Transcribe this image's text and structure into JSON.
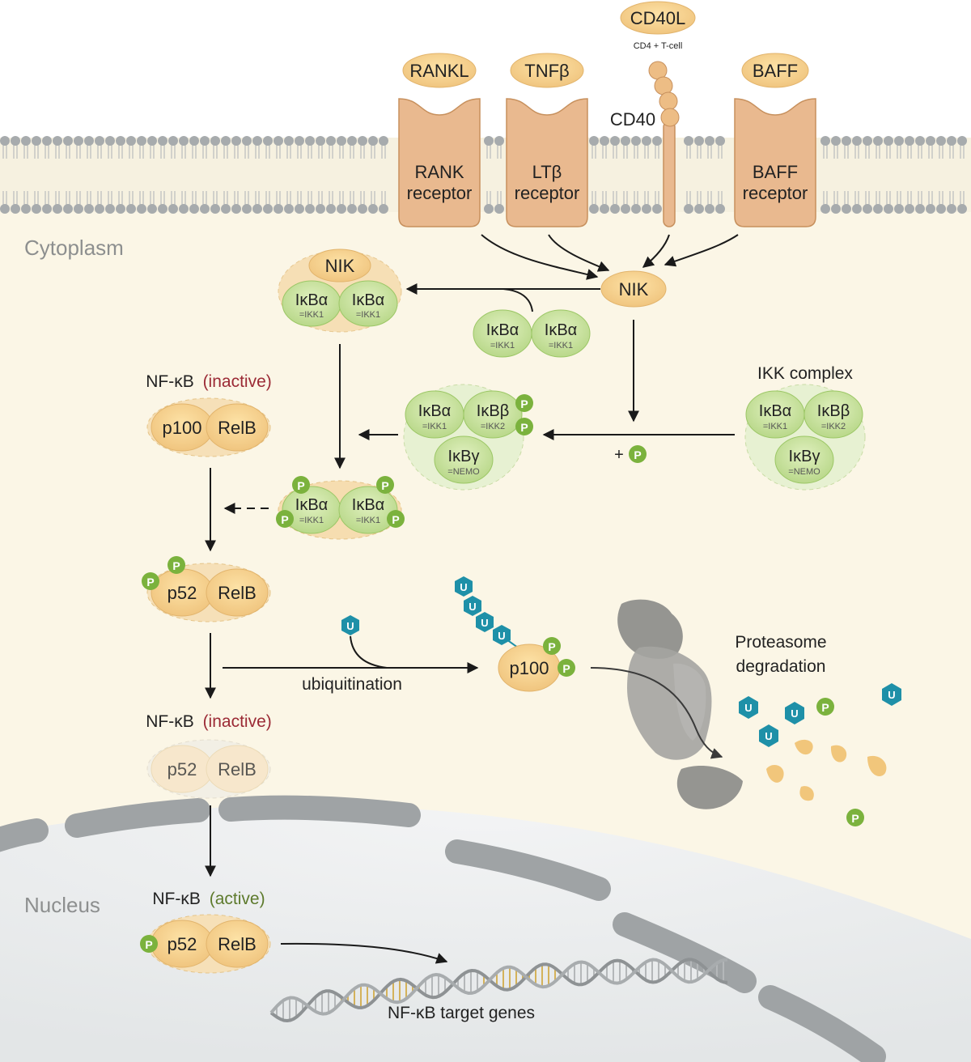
{
  "ligands": {
    "rankl": "RANKL",
    "tnfb": "TNFβ",
    "cd40l": "CD40L",
    "cd40l_source": "CD4 + T-cell",
    "baff": "BAFF"
  },
  "receptors": {
    "rank": [
      "RANK",
      "receptor"
    ],
    "ltb": [
      "LTβ",
      "receptor"
    ],
    "cd40": "CD40",
    "baff": [
      "BAFF",
      "receptor"
    ]
  },
  "compartments": {
    "cytoplasm": "Cytoplasm",
    "nucleus": "Nucleus"
  },
  "nik": "NIK",
  "subunits": {
    "ikba": "IκBα",
    "ikbb": "IκBβ",
    "ikbg": "IκBγ",
    "ikk1": "=IKK1",
    "ikk2": "=IKK2",
    "nemo": "=NEMO"
  },
  "ikk_complex_label": "IKK complex",
  "phospho": "P",
  "ubiquitin": "U",
  "plus": "+",
  "nfkb": {
    "name": "NF-κB",
    "inactive": "(inactive)",
    "active": "(active)"
  },
  "proteins": {
    "p100": "p100",
    "p52": "p52",
    "relb": "RelB"
  },
  "ubiquitination": "ubiquitination",
  "proteasome": [
    "Proteasome",
    "degradation"
  ],
  "target_genes": "NF-κB target genes",
  "colors": {
    "cytoplasm_bg": "#fbf6e6",
    "membrane_head": "#a7abad",
    "receptor": "#e9b98f",
    "ligand": "#f6d493",
    "ikk_green": "#c9e39a",
    "phospho_green": "#7bb23d",
    "ubiquitin_teal": "#1e90a8",
    "inactive_red": "#9b2a35",
    "active_green": "#5d7a2c",
    "nucleus": "#eef0f1",
    "envelope": "#9fa3a5",
    "proteasome": "#9b9b99"
  }
}
